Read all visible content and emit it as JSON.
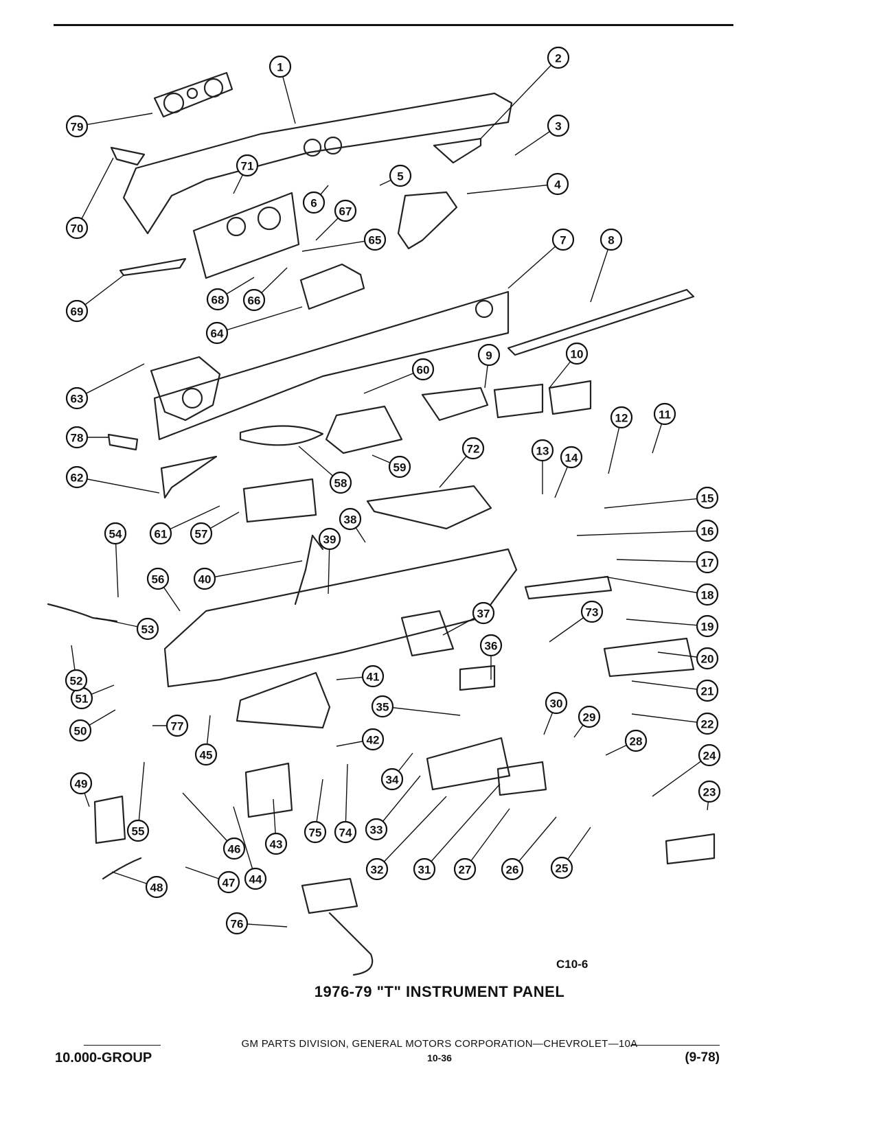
{
  "diagram_code": "C10-6",
  "caption": "1976-79 \"T\" INSTRUMENT PANEL",
  "footer": {
    "corporation": "GM PARTS DIVISION, GENERAL MOTORS CORPORATION—CHEVROLET—10A",
    "group": "10.000-GROUP",
    "page": "10-36",
    "date": "(9-78)"
  },
  "callouts": [
    "1",
    "2",
    "3",
    "4",
    "5",
    "6",
    "7",
    "8",
    "9",
    "10",
    "11",
    "12",
    "13",
    "14",
    "15",
    "16",
    "17",
    "18",
    "19",
    "20",
    "21",
    "22",
    "23",
    "24",
    "25",
    "26",
    "27",
    "28",
    "29",
    "30",
    "31",
    "32",
    "33",
    "34",
    "35",
    "36",
    "37",
    "38",
    "39",
    "40",
    "41",
    "42",
    "43",
    "44",
    "45",
    "46",
    "47",
    "48",
    "49",
    "50",
    "51",
    "52",
    "53",
    "54",
    "55",
    "56",
    "57",
    "58",
    "59",
    "60",
    "61",
    "62",
    "63",
    "64",
    "65",
    "66",
    "67",
    "68",
    "69",
    "70",
    "71",
    "72",
    "73",
    "74",
    "75",
    "76",
    "77",
    "78",
    "79"
  ]
}
